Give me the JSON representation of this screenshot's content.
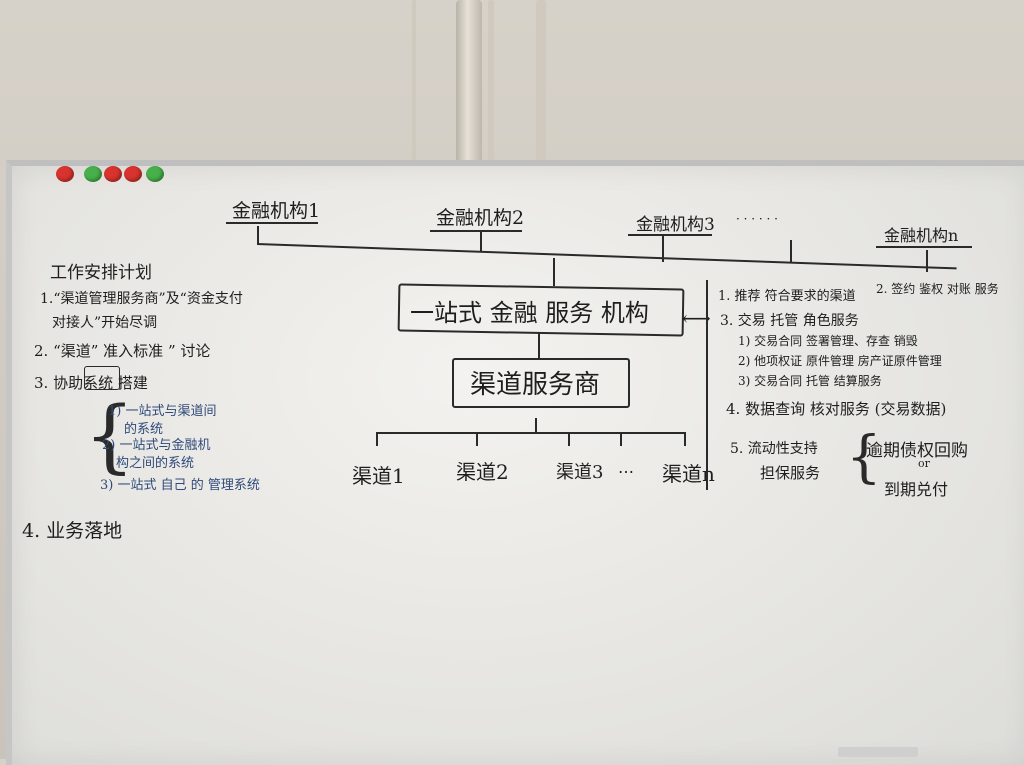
{
  "institutions": {
    "i1": "金融机构1",
    "i2": "金融机构2",
    "i3": "金融机构3",
    "dots": "· · · · · ·",
    "in": "金融机构n"
  },
  "center": {
    "one_stop": "一站式 金融 服务 机构",
    "arrow": "⟷",
    "channel_provider": "渠道服务商"
  },
  "channels": {
    "c1": "渠道1",
    "c2": "渠道2",
    "c3": "渠道3",
    "dots": "…",
    "cn": "渠道n"
  },
  "left_plan": {
    "title": "工作安排计划",
    "item1a": "1.“渠道管理服务商”及“资金支付",
    "item1b": "对接人”开始尽调",
    "item2": "2. “渠道” 准入标准 ” 讨论",
    "item3": "3. 协助系统 搭建",
    "sub1a": "1) 一站式与渠道间",
    "sub1b": "的系统",
    "sub2a": "2) 一站式与金融机",
    "sub2b": "构之间的系统",
    "sub3": "3) 一站式 自己 的 管理系统",
    "item4": "4. 业务落地"
  },
  "right_notes": {
    "n1": "1. 推荐 符合要求的渠道",
    "n2": "2. 签约 鉴权 对账 服务",
    "n3": "3. 交易 托管 角色服务",
    "n3a": "1) 交易合同 签署管理、存查 销毁",
    "n3b": "2) 他项权证 原件管理 房产证原件管理",
    "n3c": "3) 交易合同 托管 结算服务",
    "n4": "4. 数据查询 核对服务 (交易数据)",
    "n5a": "5. 流动性支持",
    "n5b": "担保服务",
    "n5c": "逾期债权回购",
    "n5d": "or",
    "n5e": "到期兑付"
  }
}
